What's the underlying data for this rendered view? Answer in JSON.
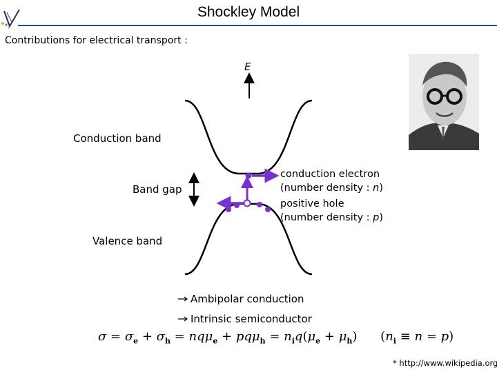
{
  "header": {
    "title": "Shockley Model"
  },
  "subtitle": "Contributions for electrical transport :",
  "diagram": {
    "energy_axis_label": "E",
    "conduction_band_label": "Conduction band",
    "band_gap_label": "Band gap",
    "valence_band_label": "Valence band",
    "electron_line1": "conduction electron",
    "electron_line2_prefix": "(number density : ",
    "electron_symbol": "n",
    "electron_line2_suffix": ")",
    "hole_line1": "positive hole",
    "hole_line2_prefix": "(number density : ",
    "hole_symbol": "p",
    "hole_line2_suffix": ")",
    "accent_color": "#7b2fd6"
  },
  "conclusions": {
    "item1": "Ambipolar conduction",
    "item2": "Intrinsic semiconductor",
    "bullet_glyph": "→"
  },
  "formula": {
    "sigma": "σ",
    "eq": " = ",
    "plus": " + ",
    "sub_e": "e",
    "sub_h": "h",
    "sub_i": "i",
    "nq_mu": "nqμ",
    "pq_mu": "pqμ",
    "n": "n",
    "q": "q",
    "mu": "μ",
    "open_paren": "(",
    "close_paren": ")",
    "equiv": " ≡ ",
    "p": "p"
  },
  "footnote": "* http://www.wikipedia.org/"
}
